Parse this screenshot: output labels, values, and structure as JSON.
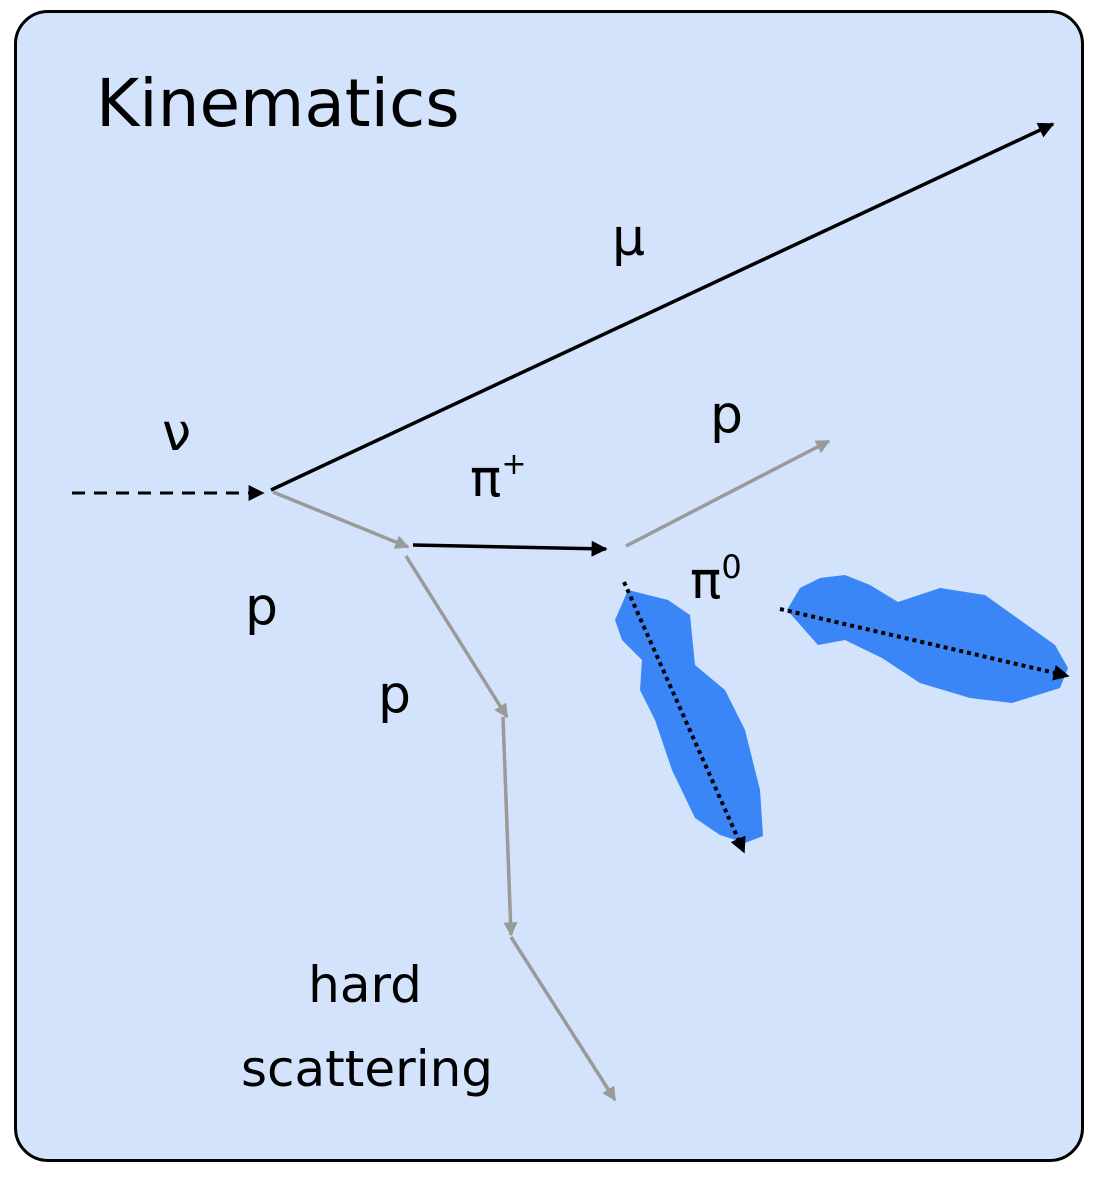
{
  "title": "Kinematics",
  "particles": {
    "neutrino": "ν",
    "muon": "μ",
    "pion_plus": "π",
    "pion_plus_charge": "+",
    "pion_zero": "π",
    "pion_zero_charge": "0",
    "proton_initial": "p",
    "proton_recoil": "p",
    "proton_from_pion": "p"
  },
  "annotation": {
    "line1": "hard",
    "line2": "scattering"
  },
  "colors": {
    "panel_background": "#d3e3fb",
    "black_track": "#000000",
    "grey_track": "#9a9a9a",
    "shower": "#3a86f7"
  }
}
